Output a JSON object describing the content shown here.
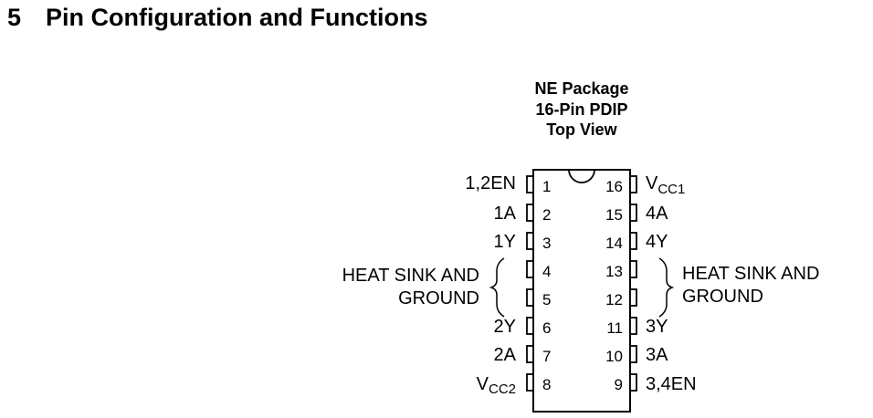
{
  "section": {
    "number": "5",
    "title": "Pin Configuration and Functions"
  },
  "package": {
    "name": "NE Package",
    "type": "16-Pin PDIP",
    "view": "Top View"
  },
  "left_pins": [
    {
      "num": "1",
      "label": "1,2EN"
    },
    {
      "num": "2",
      "label": "1A"
    },
    {
      "num": "3",
      "label": "1Y"
    },
    {
      "num": "4",
      "label": ""
    },
    {
      "num": "5",
      "label": ""
    },
    {
      "num": "6",
      "label": "2Y"
    },
    {
      "num": "7",
      "label": "2A"
    },
    {
      "num": "8",
      "label": "VCC2",
      "base": "V",
      "sub": "CC2"
    }
  ],
  "right_pins": [
    {
      "num": "16",
      "label": "VCC1",
      "base": "V",
      "sub": "CC1"
    },
    {
      "num": "15",
      "label": "4A"
    },
    {
      "num": "14",
      "label": "4Y"
    },
    {
      "num": "13",
      "label": ""
    },
    {
      "num": "12",
      "label": ""
    },
    {
      "num": "11",
      "label": "3Y"
    },
    {
      "num": "10",
      "label": "3A"
    },
    {
      "num": "9",
      "label": "3,4EN"
    }
  ],
  "group_labels": {
    "left": [
      "HEAT SINK AND",
      "GROUND"
    ],
    "right": [
      "HEAT SINK AND",
      "GROUND"
    ]
  }
}
